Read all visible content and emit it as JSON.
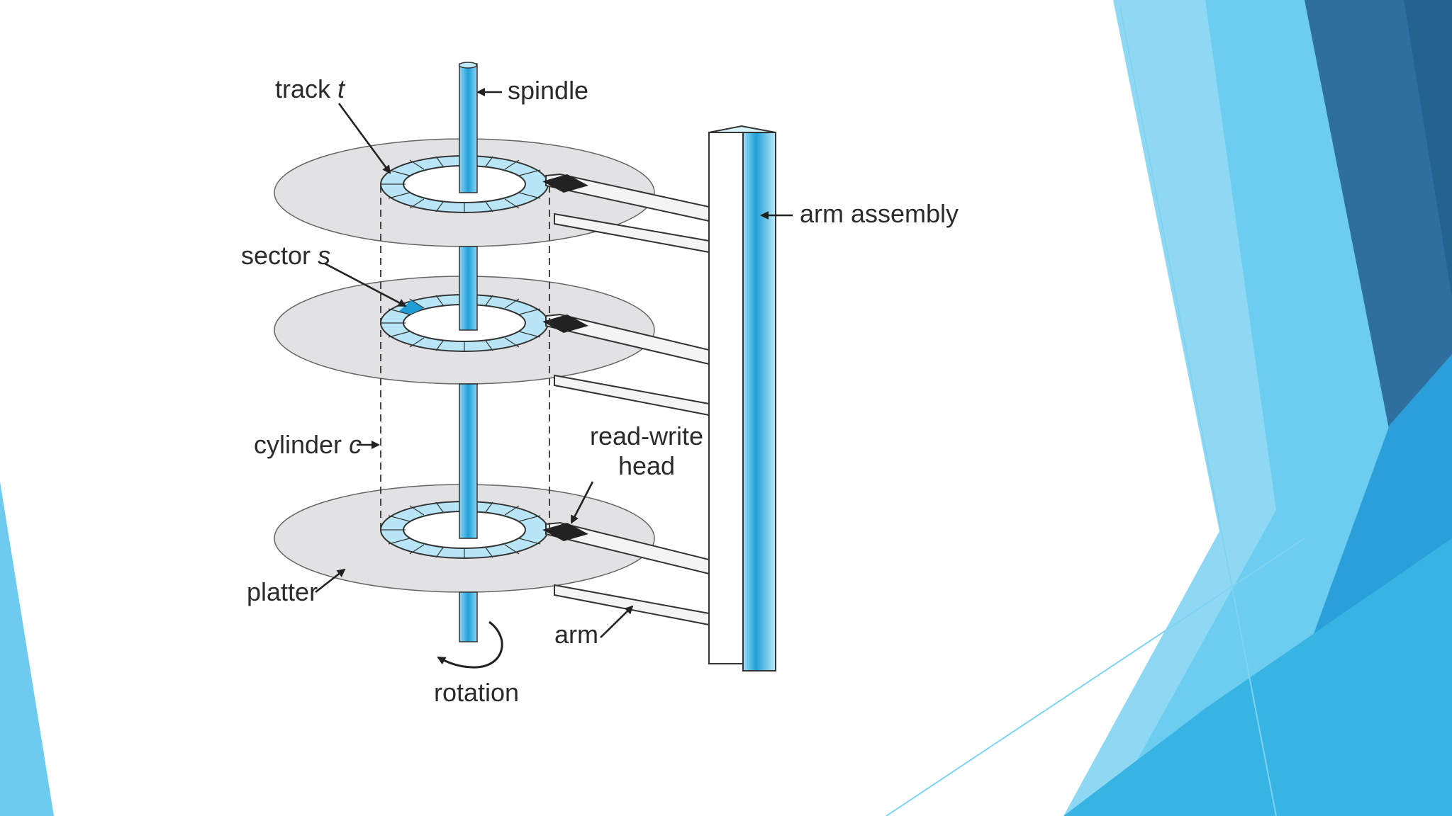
{
  "diagram": {
    "labels": {
      "track": "track",
      "track_var": "t",
      "spindle": "spindle",
      "arm_assembly": "arm assembly",
      "sector": "sector",
      "sector_var": "s",
      "cylinder": "cylinder",
      "cylinder_var": "c",
      "read_write_line1": "read-write",
      "read_write_line2": "head",
      "platter": "platter",
      "arm": "arm",
      "rotation": "rotation"
    }
  },
  "theme": {
    "accent_light": "#7fd3f0",
    "accent_mid": "#2aa8dc",
    "accent_dark": "#2f6f9f",
    "spindle_color": "#29a9e0",
    "platter_fill": "#e2e2e4"
  }
}
